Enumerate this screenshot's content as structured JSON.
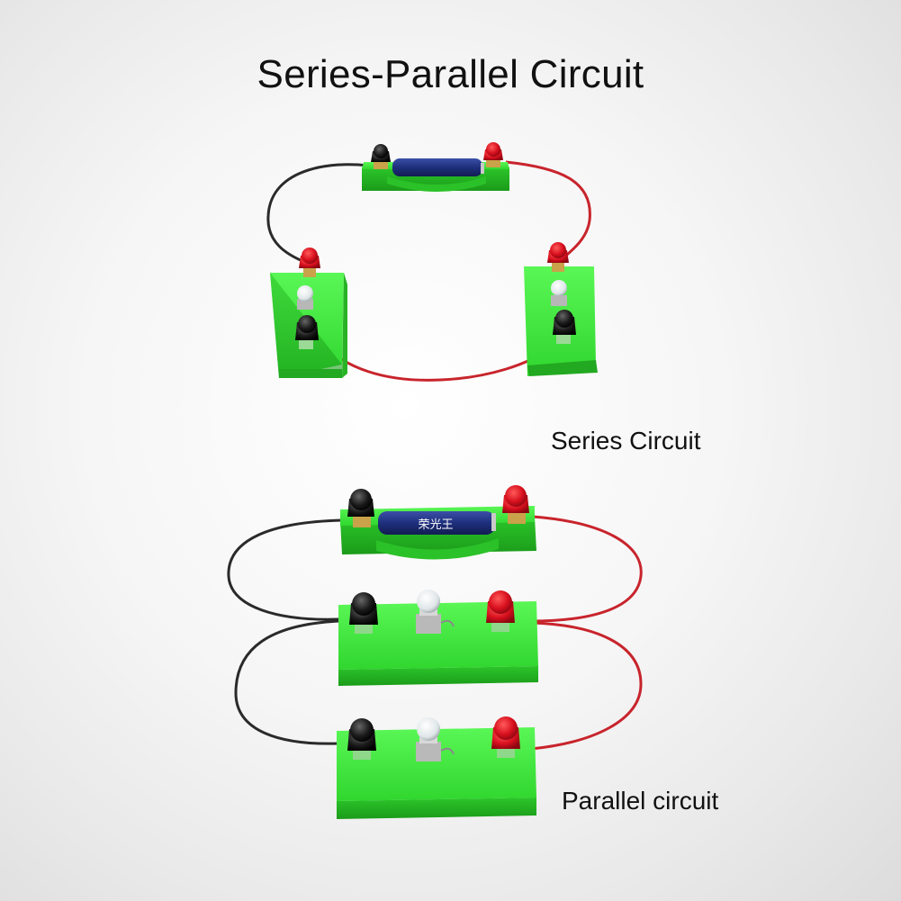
{
  "title": "Series-Parallel Circuit",
  "captions": {
    "series": "Series Circuit",
    "parallel": "Parallel circuit"
  },
  "battery_label": "荣光王",
  "colors": {
    "board": "#3ee83b",
    "board_dark": "#23b422",
    "terminal_red": "#d8101e",
    "terminal_black": "#1a1a1a",
    "wire_red": "#c8242c",
    "wire_black": "#2a2a2a",
    "battery_blue": "#1e2f7c"
  }
}
